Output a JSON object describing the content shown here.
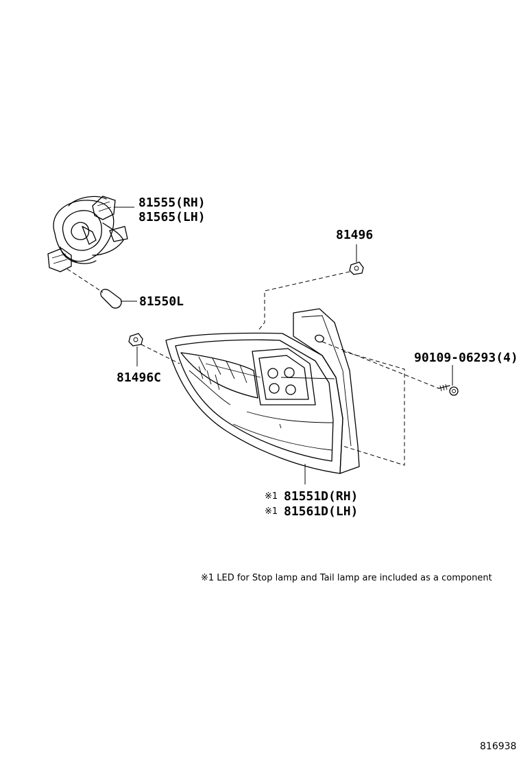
{
  "callouts": {
    "socket_rh": "81555(RH)",
    "socket_lh": "81565(LH)",
    "bulb": "81550L",
    "clip_top": "81496",
    "clip_left": "81496C",
    "screw": "90109-06293(4)",
    "lamp_rh": "81551D(RH)",
    "lamp_lh": "81561D(LH)",
    "mark_rh": "※1",
    "mark_lh": "※1"
  },
  "footnote": "※1 LED for Stop lamp and Tail lamp are included as a component",
  "diagram_number": "816938"
}
